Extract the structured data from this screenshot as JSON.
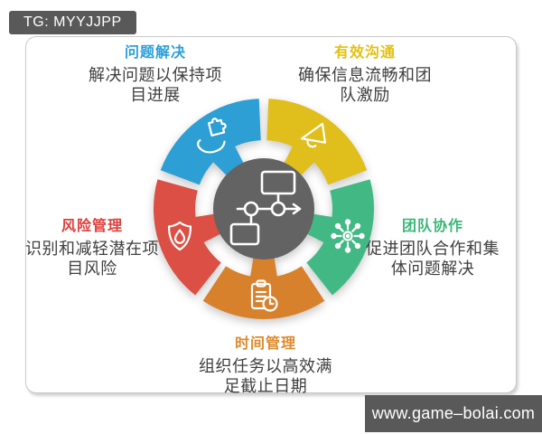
{
  "watermarks": {
    "telegram_badge": "TG: MYYJJPP",
    "website_badge": "www.game–bolai.com"
  },
  "diagram": {
    "center_icon": "flowchart-icon",
    "colors": {
      "center_circle": "#636363",
      "badge_background": "#595959",
      "description_text": "#3F3F3F"
    },
    "segments": [
      {
        "id": "communication",
        "title": "有效沟通",
        "description": "确保信息流畅和团\n队激励",
        "color": "#E0BE1C",
        "title_color": "#E3C011",
        "icon": "megaphone-icon"
      },
      {
        "id": "teamwork",
        "title": "团队协作",
        "description": "促进团队合作和集\n体问题解决",
        "color": "#42B985",
        "title_color": "#3BB778",
        "icon": "network-hub-icon"
      },
      {
        "id": "time-management",
        "title": "时间管理",
        "description": "组织任务以高效满\n足截止日期",
        "color": "#D8812C",
        "title_color": "#DE8A2C",
        "icon": "clipboard-clock-icon"
      },
      {
        "id": "risk-management",
        "title": "风险管理",
        "description": "识别和减轻潜在项\n目风险",
        "color": "#DC4F44",
        "title_color": "#E03E3B",
        "icon": "shield-flame-icon"
      },
      {
        "id": "problem-solving",
        "title": "问题解决",
        "description": "解决问题以保持项\n目进展",
        "color": "#2E9FD4",
        "title_color": "#2AA0DB",
        "icon": "hand-puzzle-icon"
      }
    ]
  }
}
